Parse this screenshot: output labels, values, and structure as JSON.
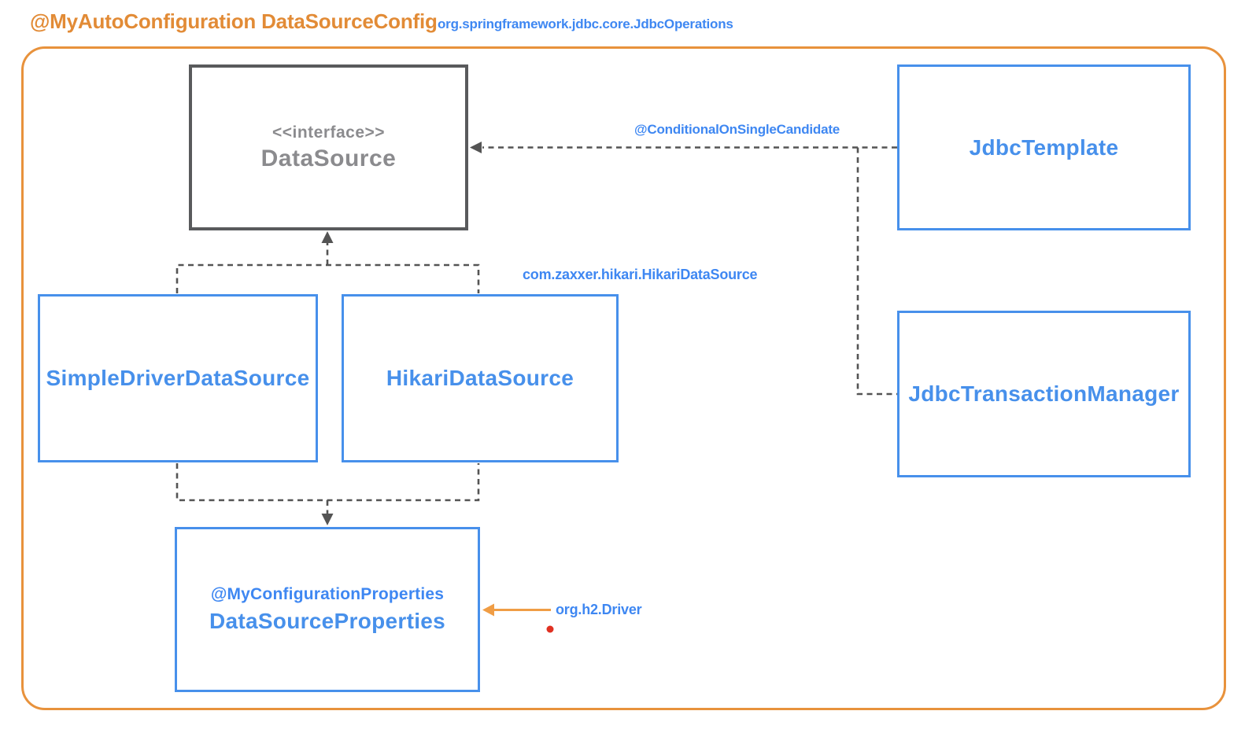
{
  "header": {
    "title": "@MyAutoConfiguration DataSourceConfig",
    "package_label": "org.springframework.jdbc.core.JdbcOperations"
  },
  "nodes": {
    "datasource": {
      "stereotype": "<<interface>>",
      "name": "DataSource"
    },
    "jdbc_template": {
      "name": "JdbcTemplate"
    },
    "simple_driver": {
      "name": "SimpleDriverDataSource"
    },
    "hikari": {
      "name": "HikariDataSource"
    },
    "jdbc_tx_manager": {
      "name": "JdbcTransactionManager"
    },
    "datasource_properties": {
      "annotation": "@MyConfigurationProperties",
      "name": "DataSourceProperties"
    }
  },
  "labels": {
    "conditional": "@ConditionalOnSingleCandidate",
    "hikari_package": "com.zaxxer.hikari.HikariDataSource",
    "h2_driver": "org.h2.Driver"
  },
  "colors": {
    "frame_orange": "#E8923C",
    "title_orange": "#E28B36",
    "arrow_orange": "#F09D45",
    "node_blue": "#4790EB",
    "label_blue": "#3E87F2",
    "gray_border": "#595A5C",
    "gray_text": "#8B8B8E",
    "dash_gray": "#545454",
    "dot_red": "#E03122"
  }
}
